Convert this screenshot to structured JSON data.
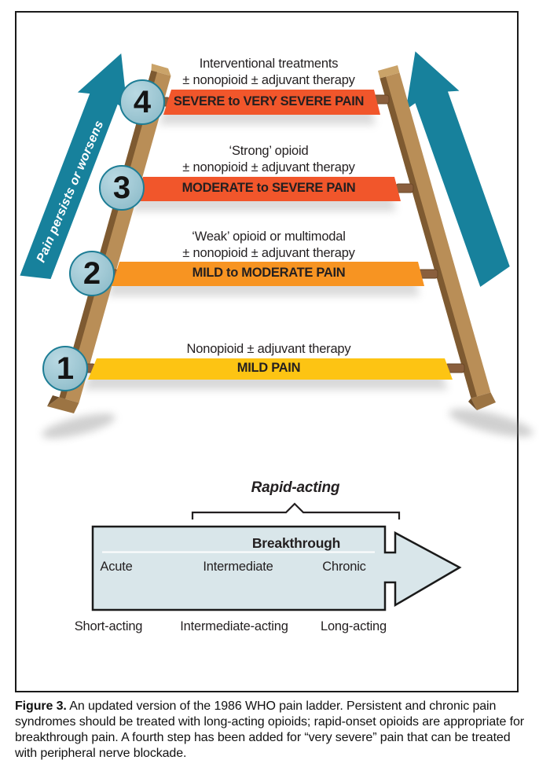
{
  "figure": {
    "ladder": {
      "side_label": "Pain persists or worsens",
      "steps": [
        {
          "number": "1",
          "line1": "Nonopioid ± adjuvant therapy",
          "line2": "",
          "label": "MILD PAIN",
          "color": "#FDC413"
        },
        {
          "number": "2",
          "line1": "‘Weak’ opioid or multimodal",
          "line2": "± nonopioid ± adjuvant therapy",
          "label": "MILD to MODERATE PAIN",
          "color": "#F79422"
        },
        {
          "number": "3",
          "line1": "‘Strong’ opioid",
          "line2": "± nonopioid ± adjuvant therapy",
          "label": "MODERATE to SEVERE PAIN",
          "color": "#F1562B"
        },
        {
          "number": "4",
          "line1": "Interventional treatments",
          "line2": "± nonopioid ± adjuvant therapy",
          "label": "SEVERE to VERY SEVERE PAIN",
          "color": "#F1562B"
        }
      ]
    },
    "timeline": {
      "brace_label": "Rapid-acting",
      "box_title": "Breakthrough",
      "row_labels": [
        "Acute",
        "Intermediate",
        "Chronic"
      ],
      "bottom_labels": [
        "Short-acting",
        "Intermediate-acting",
        "Long-acting"
      ]
    }
  },
  "caption": {
    "prefix": "Figure 3.",
    "text": "An updated version of the 1986 WHO pain ladder. Persistent and chronic pain syndromes should be treated with long-acting opioids; rapid-onset opioids are appropriate for breakthrough pain. A fourth step has been added for “very severe” pain that can be treated with peripheral nerve blockade."
  },
  "colors": {
    "arrow_teal": "#17819C",
    "rail_tan": "#B98E57",
    "rail_dark": "#7E5A31",
    "rail_cap_light": "#CAA369",
    "rail_cap_dark": "#9C7443",
    "peg_brown": "#8A5F3D",
    "circle_fill": "#9EC7D3",
    "circle_border": "#1D7D95",
    "box_fill": "#D9E6EA",
    "outline_dark": "#1A1A1A",
    "text_dark": "#231F20"
  }
}
